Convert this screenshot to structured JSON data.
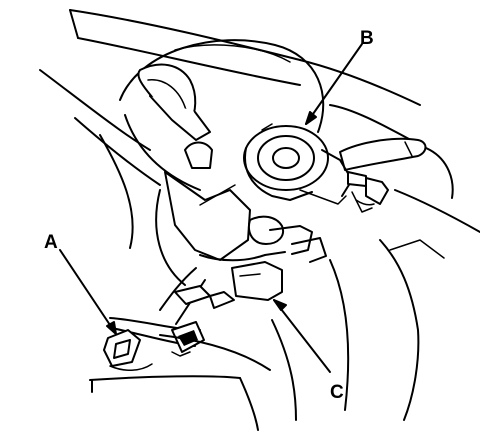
{
  "callouts": {
    "a": "A",
    "b": "B",
    "c": "C"
  },
  "colors": {
    "ink": "#000000",
    "paper": "#ffffff"
  }
}
